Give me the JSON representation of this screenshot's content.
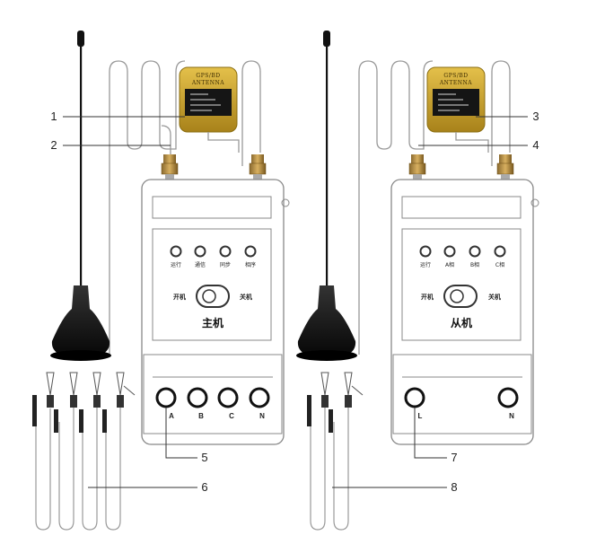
{
  "master": {
    "title": "主机",
    "leds": [
      "运行",
      "通信",
      "同步",
      "相序"
    ],
    "switch_on": "开机",
    "switch_off": "关机",
    "terminals": [
      "A",
      "B",
      "C",
      "N"
    ],
    "gps": {
      "line1": "GPS/BD",
      "line2": "ANTENNA"
    }
  },
  "slave": {
    "title": "从机",
    "leds": [
      "运行",
      "A相",
      "B相",
      "C相"
    ],
    "switch_on": "开机",
    "switch_off": "关机",
    "terminals": [
      "L",
      "N"
    ],
    "gps": {
      "line1": "GPS/BD",
      "line2": "ANTENNA"
    }
  },
  "callouts": [
    "1",
    "2",
    "3",
    "4",
    "5",
    "6",
    "7",
    "8"
  ],
  "colors": {
    "gps_body": "#c9a227",
    "antenna": "#111111",
    "outline": "#888888"
  }
}
